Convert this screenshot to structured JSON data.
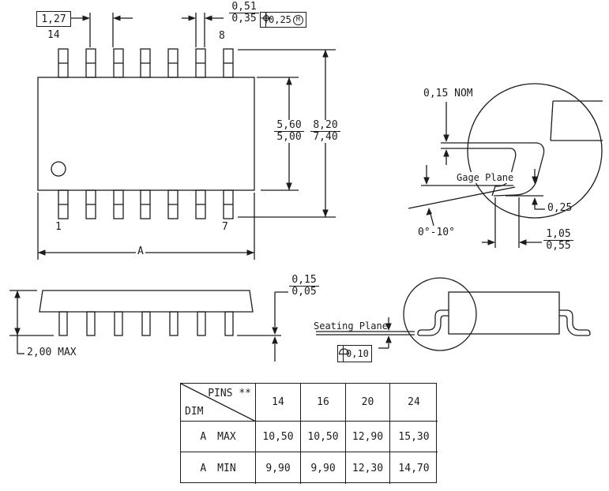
{
  "top_view": {
    "pin_top_left": "14",
    "pin_top_right": "8",
    "pin_bottom_left": "1",
    "pin_bottom_right": "7",
    "pitch": "1,27",
    "lead_width_max": "0,51",
    "lead_width_min": "0,35",
    "body_width_max": "5,60",
    "body_width_min": "5,00",
    "span_max": "8,20",
    "span_min": "7,40",
    "length_label": "A",
    "true_position_tolerance": "0,25",
    "mmc_modifier": "M"
  },
  "detail_view": {
    "lead_thickness": "0,15 NOM",
    "gage_plane_label": "Gage Plane",
    "gage_to_seating": "0,25",
    "lead_angle": "0°-10°",
    "foot_length_max": "1,05",
    "foot_length_min": "0,55"
  },
  "front_view": {
    "height_max": "2,00 MAX",
    "standoff_max": "0,15",
    "standoff_min": "0,05"
  },
  "end_view": {
    "seating_plane_label": "Seating Plane",
    "seating_flatness": "0,10"
  },
  "table": {
    "corner_top": "PINS **",
    "corner_bottom": "DIM",
    "columns": [
      "14",
      "16",
      "20",
      "24"
    ],
    "rows": [
      {
        "dim": "A",
        "qual": "MAX",
        "values": [
          "10,50",
          "10,50",
          "12,90",
          "15,30"
        ]
      },
      {
        "dim": "A",
        "qual": "MIN",
        "values": [
          "9,90",
          "9,90",
          "12,30",
          "14,70"
        ]
      }
    ]
  },
  "colors": {
    "ink": "#1c1c1c",
    "paper": "#ffffff"
  }
}
